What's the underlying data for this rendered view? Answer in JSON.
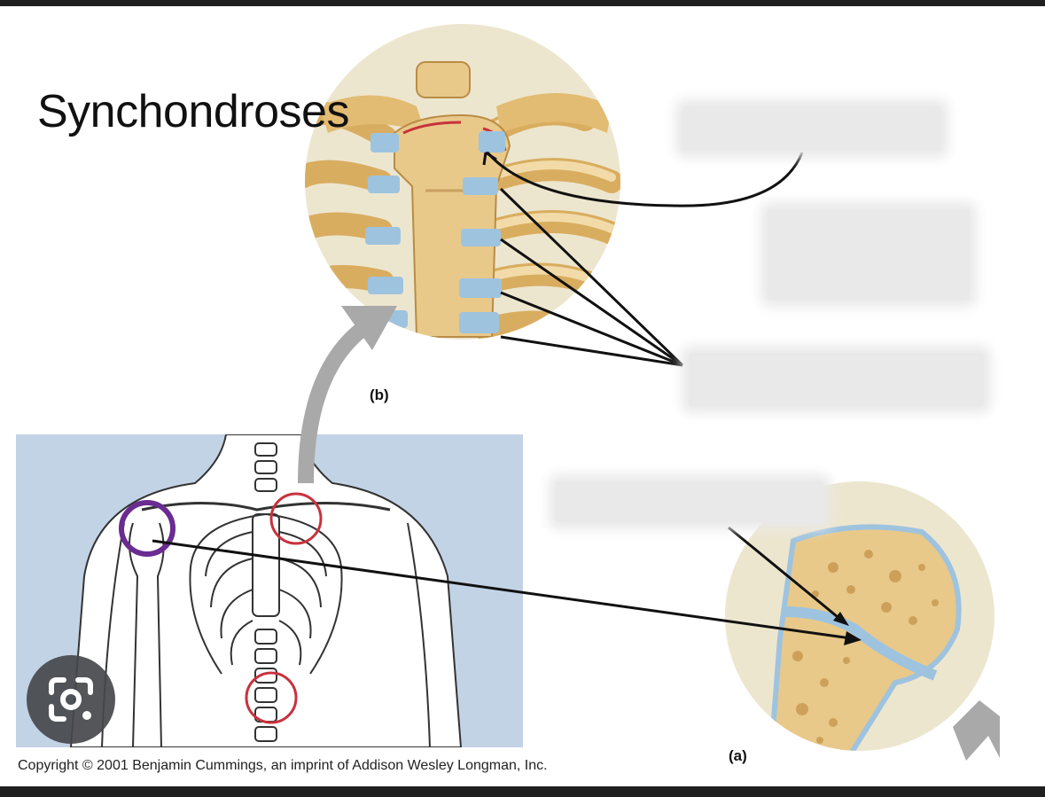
{
  "diagram": {
    "title": "Synchondroses",
    "panels": {
      "b": "(b)",
      "a": "(a)"
    },
    "hidden_labels": [
      {
        "id": "label-costal-top",
        "text": ""
      },
      {
        "id": "label-middle",
        "text": ""
      },
      {
        "id": "label-costal-cartilages",
        "text": ""
      },
      {
        "id": "label-epiphyseal-plate",
        "text": ""
      }
    ],
    "copyright": "Copyright © 2001 Benjamin Cummings, an imprint of Addison Wesley Longman, Inc.",
    "colors": {
      "background_body": "#c3d3e6",
      "bone": "#e8c98a",
      "cartilage": "#9ec3df",
      "highlight_red": "#c8323c",
      "highlight_purple": "#6a2c91",
      "arrow_gray": "#a9a9a9",
      "circle_bg": "#ede6cf"
    }
  },
  "overlay": {
    "lens_button_icon": "google-lens-icon"
  }
}
